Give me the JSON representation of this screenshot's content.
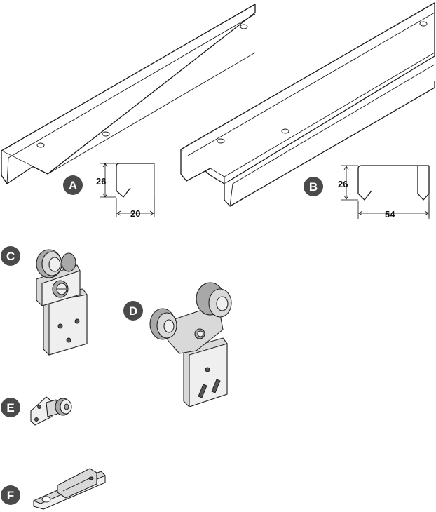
{
  "labels": {
    "a": "A",
    "b": "B",
    "c": "C",
    "d": "D",
    "e": "E",
    "f": "F"
  },
  "dimensions": {
    "a_height": "26",
    "a_width": "20",
    "b_height": "26",
    "b_width": "54"
  },
  "colors": {
    "badge": "#4a4a4a",
    "line": "#1a1a1a",
    "metal": "#d9d9d9"
  }
}
